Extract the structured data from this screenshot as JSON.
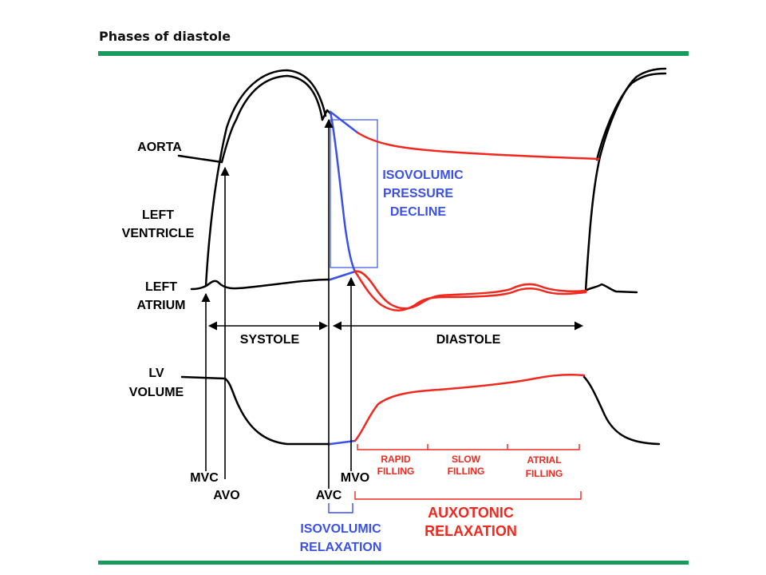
{
  "page": {
    "title": "Phases of diastole"
  },
  "colors": {
    "accent_rule": "#1a9a5c",
    "systole_curves": "#000000",
    "isovolumic_phase": "#3b50e8",
    "auxotonic_phase": "#f0281e"
  },
  "trace_labels": {
    "aorta": "AORTA",
    "left_ventricle": [
      "LEFT",
      "VENTRICLE"
    ],
    "left_atrium": [
      "LEFT",
      "ATRIUM"
    ],
    "lv_volume": [
      "LV",
      "VOLUME"
    ]
  },
  "period_labels": {
    "systole": "SYSTOLE",
    "diastole": "DIASTOLE"
  },
  "valve_events": {
    "mvc": "MVC",
    "avo": "AVO",
    "avc": "AVC",
    "mvo": "MVO"
  },
  "phase_labels": {
    "isovolumic_pressure_decline": [
      "ISOVOLUMIC",
      "PRESSURE",
      "DECLINE"
    ],
    "isovolumic_relaxation": [
      "ISOVOLUMIC",
      "RELAXATION"
    ],
    "auxotonic_relaxation": [
      "AUXOTONIC",
      "RELAXATION"
    ],
    "rapid_filling": [
      "RAPID",
      "FILLING"
    ],
    "slow_filling": [
      "SLOW",
      "FILLING"
    ],
    "atrial_filling": [
      "ATRIAL",
      "FILLING"
    ]
  }
}
